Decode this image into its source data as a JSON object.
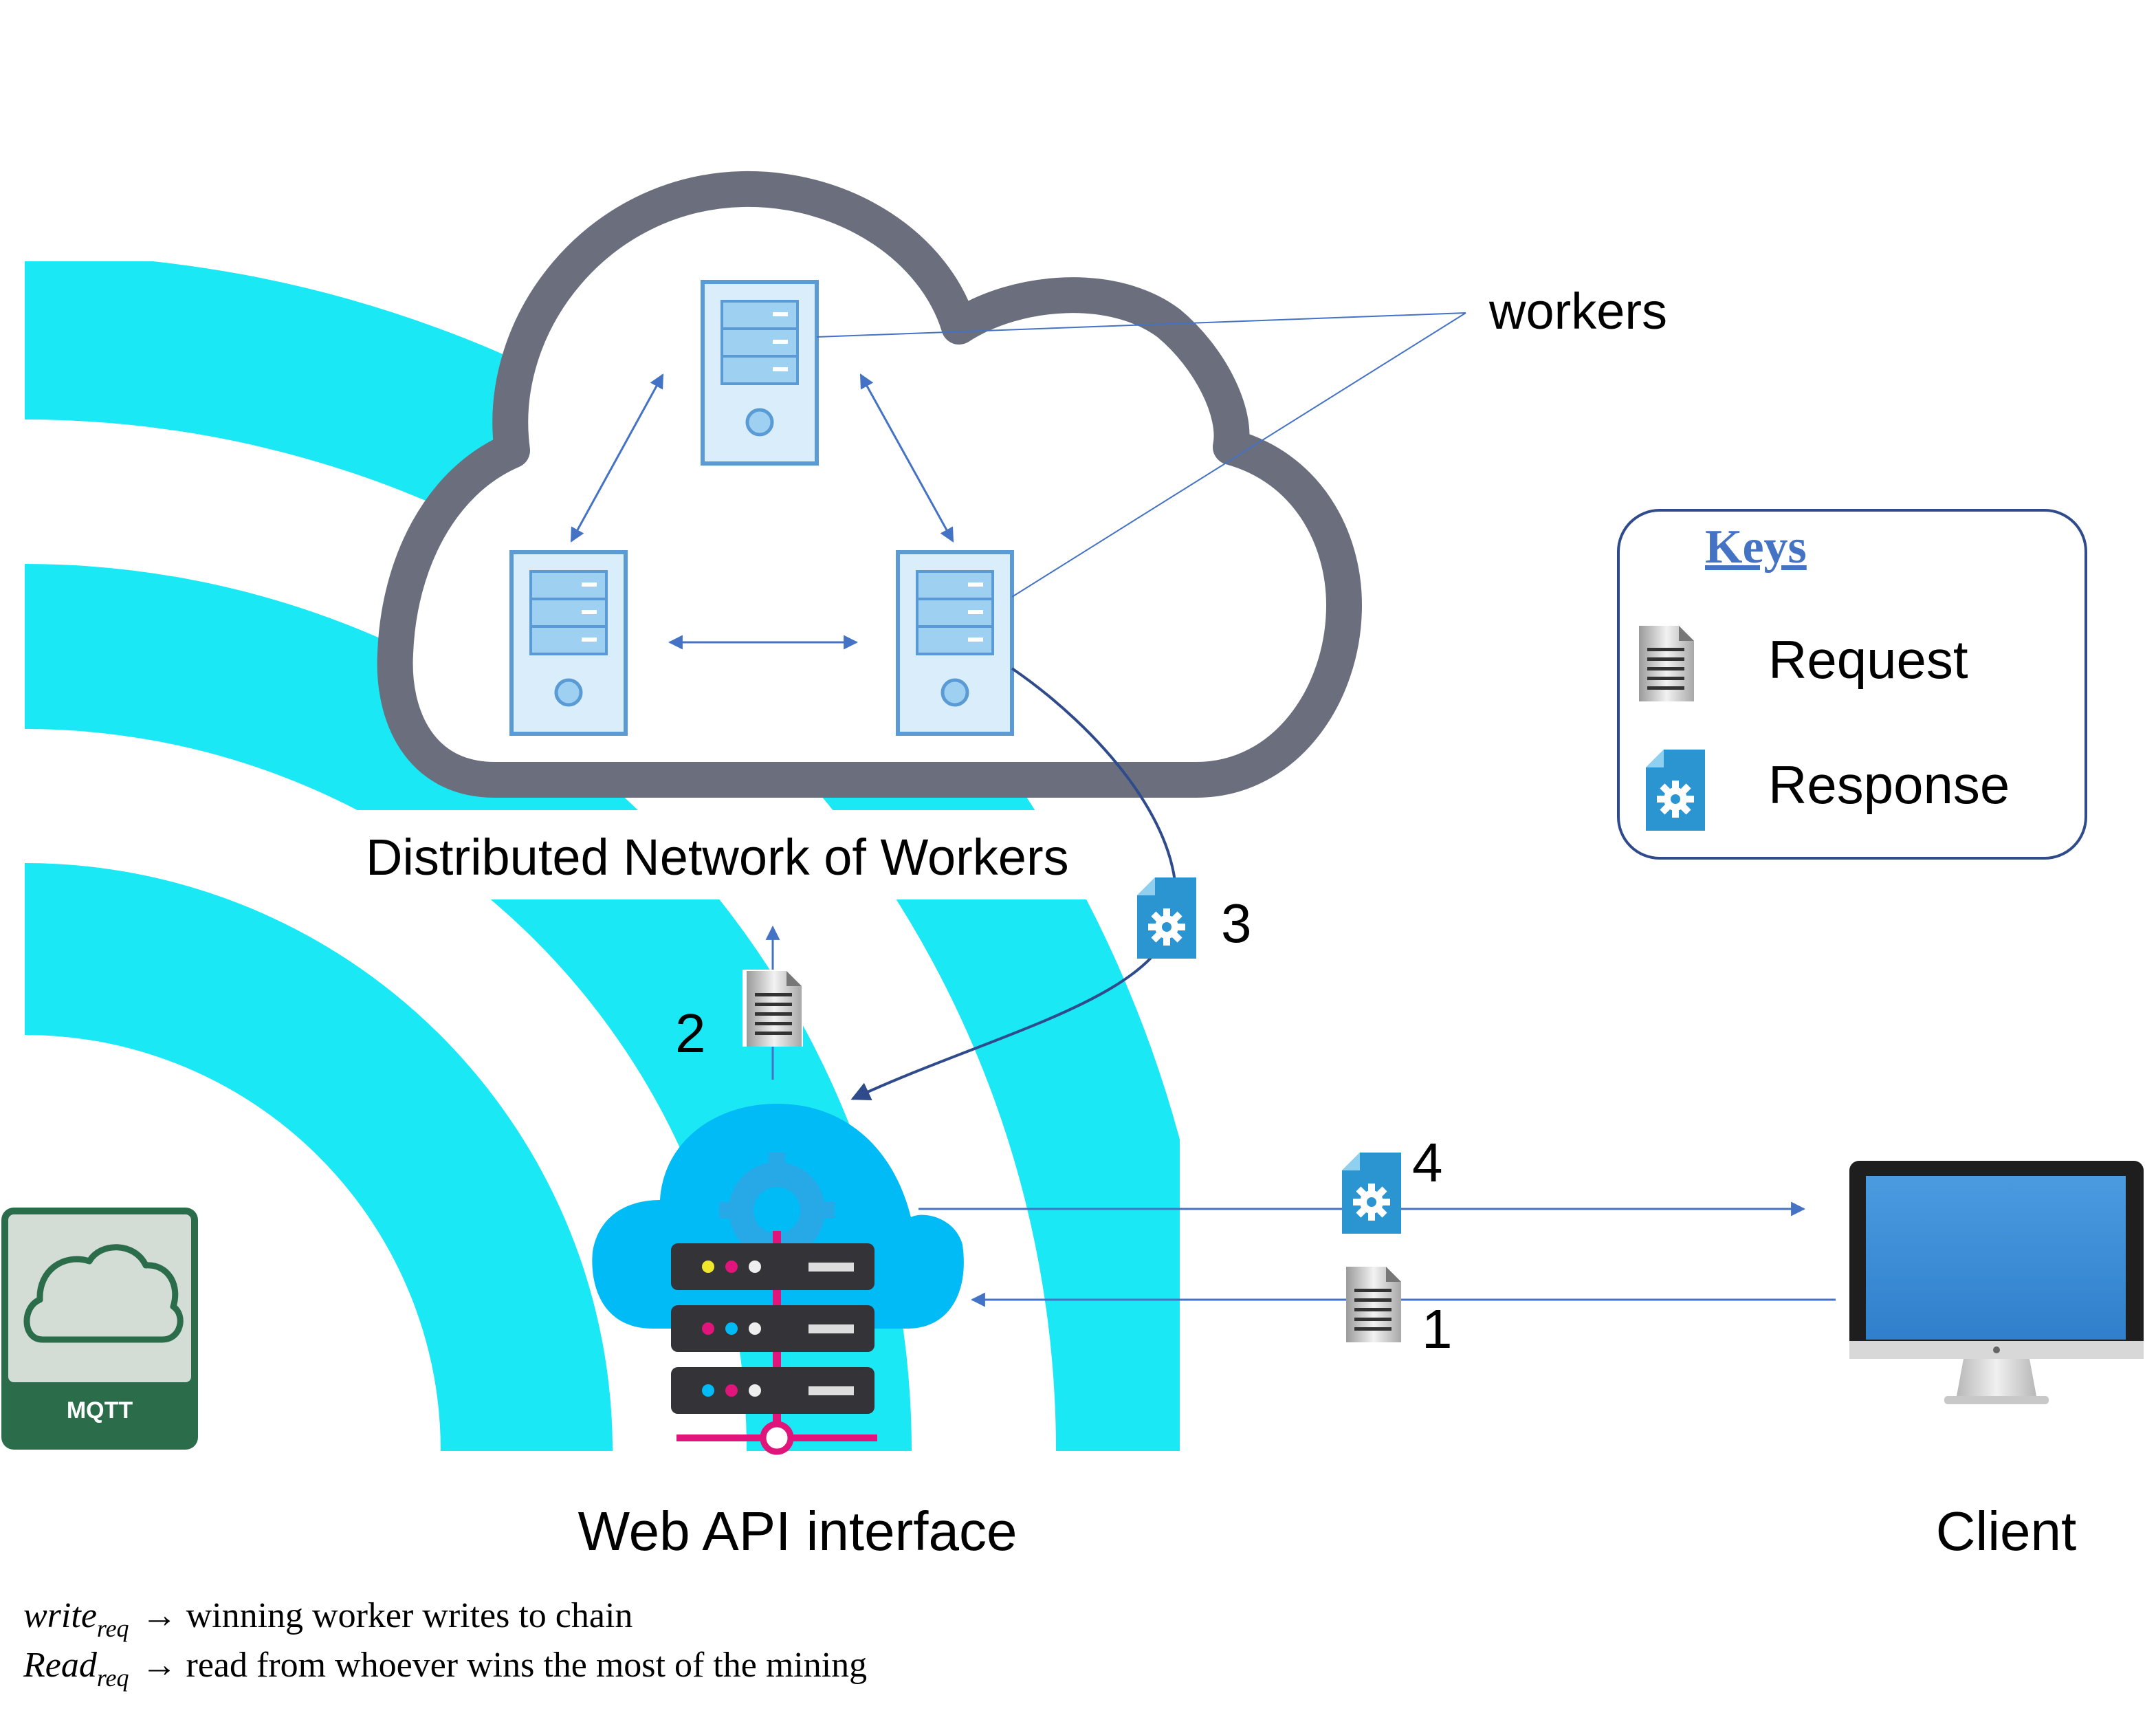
{
  "labels": {
    "workers": "workers",
    "network_title": "Distributed Network of Workers",
    "web_api": "Web API interface",
    "client": "Client",
    "mqtt": "MQTT"
  },
  "steps": {
    "s1": "1",
    "s2": "2",
    "s3": "3",
    "s4": "4"
  },
  "keys": {
    "title": "Keys",
    "request": "Request",
    "response": "Response"
  },
  "notes": {
    "write_var": "write",
    "write_sub": "req",
    "write_text": "→ winning worker writes to chain",
    "read_var": "Read",
    "read_sub": "req",
    "read_text": "→ read from whoever wins the most of the mining"
  },
  "colors": {
    "wifi": "#1BE8F5",
    "cloud_outline": "#6B6E7C",
    "server_blue": "#BCE0F5",
    "server_border": "#5B9BD5",
    "arrow": "#4472C4",
    "dark_arrow": "#2F4B8C",
    "response_doc": "#2A95D0",
    "mqtt_green": "#2B6D4B"
  }
}
